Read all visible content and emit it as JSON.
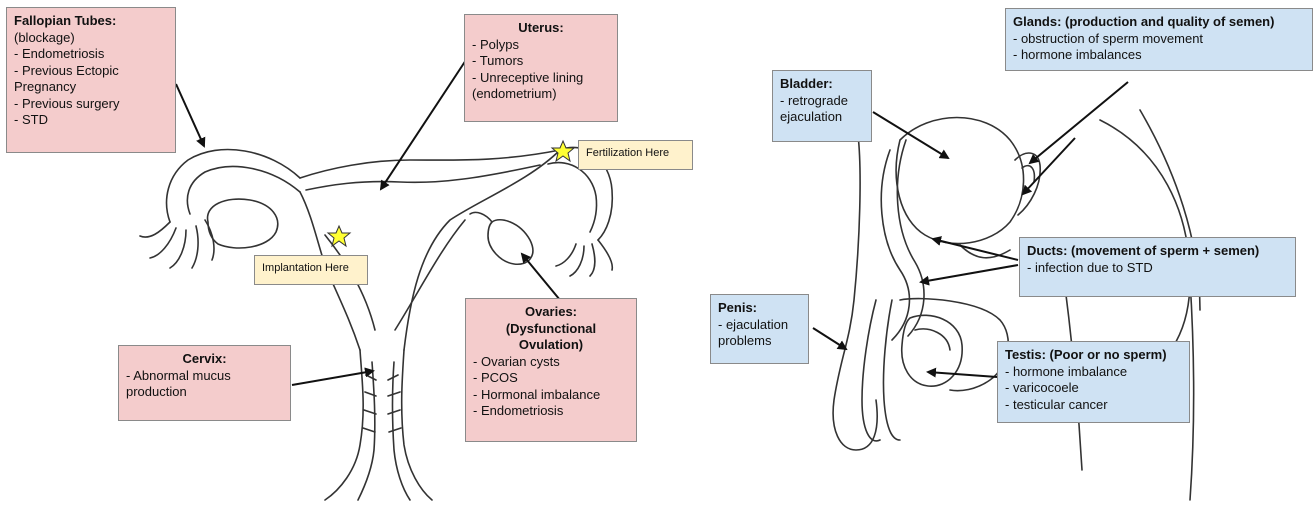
{
  "female": {
    "fallopian": {
      "title": "Fallopian Tubes:",
      "subtitle": "(blockage)",
      "items": [
        "Endometriosis",
        "Previous Ectopic Pregnancy",
        "Previous surgery",
        "STD"
      ]
    },
    "uterus": {
      "title": "Uterus:",
      "items": [
        "Polyps",
        "Tumors",
        "Unreceptive lining (endometrium)"
      ]
    },
    "fertilization": {
      "label": "Fertilization Here"
    },
    "implantation": {
      "label": "Implantation Here"
    },
    "ovaries": {
      "title": "Ovaries:",
      "subtitle": "(Dysfunctional Ovulation)",
      "items": [
        "Ovarian cysts",
        "PCOS",
        "Hormonal imbalance",
        "Endometriosis"
      ]
    },
    "cervix": {
      "title": "Cervix:",
      "items": [
        "Abnormal mucus production"
      ]
    }
  },
  "male": {
    "glands": {
      "title": "Glands: (production and quality of semen)",
      "items": [
        "obstruction of sperm movement",
        "hormone imbalances"
      ]
    },
    "bladder": {
      "title": "Bladder:",
      "items": [
        "retrograde ejaculation"
      ]
    },
    "ducts": {
      "title": "Ducts: (movement of sperm + semen)",
      "items": [
        "infection due to STD"
      ]
    },
    "penis": {
      "title": "Penis:",
      "items": [
        "ejaculation problems"
      ]
    },
    "testis": {
      "title": "Testis: (Poor or no sperm)",
      "items": [
        "hormone imbalance",
        "varicocoele",
        "testicular cancer"
      ]
    }
  },
  "colors": {
    "female_box": "#f4cccc",
    "male_box": "#cfe2f3",
    "marker_box": "#fff2cc",
    "star": "#ffff33",
    "line": "#222222"
  }
}
